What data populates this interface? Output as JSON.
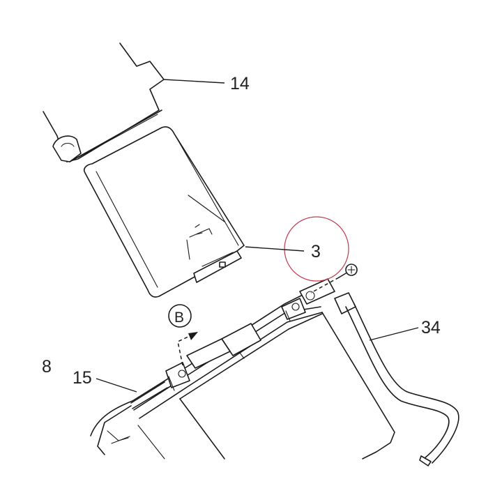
{
  "callouts": {
    "part_14": "14",
    "part_3": "3",
    "part_34": "34",
    "part_15": "15",
    "figure_8": "8",
    "view_b": "B"
  },
  "colors": {
    "line": "#1a1a1a",
    "highlight_circle": "#c0394b",
    "background": "#ffffff"
  }
}
